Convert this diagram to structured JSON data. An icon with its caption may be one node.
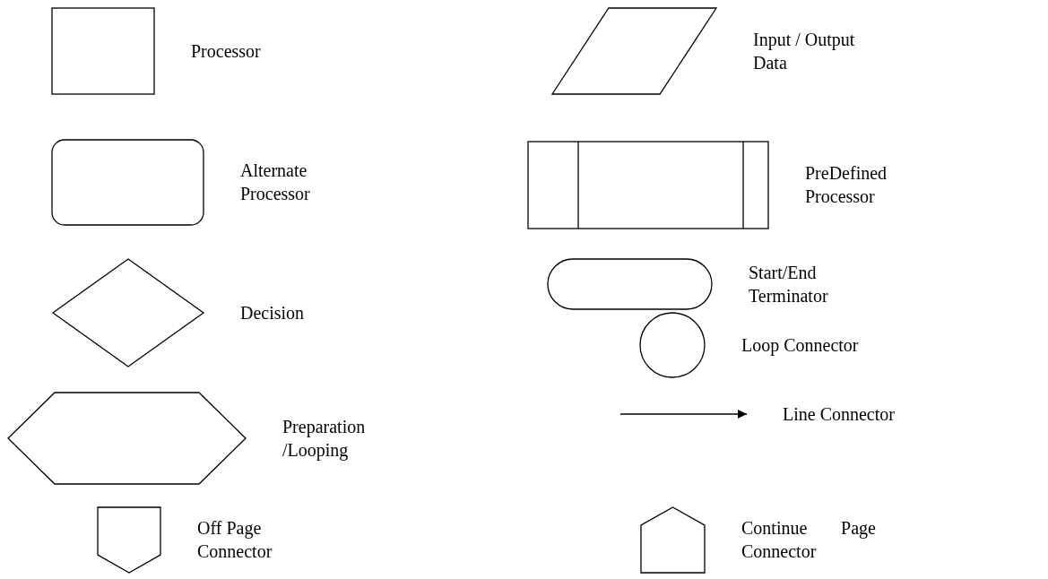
{
  "diagram": {
    "nodes": [
      {
        "text": [],
        "shape": "box",
        "beside": [
          "Processor"
        ]
      },
      {
        "text": [],
        "shape": "parallelogram",
        "beside": [
          "Input / Output Data"
        ]
      },
      {
        "text": [],
        "shape": "rounded",
        "beside": [
          "Alternate Processor"
        ]
      },
      {
        "text": [],
        "shape": "subroutine",
        "beside": [
          "PreDefined Processor"
        ]
      },
      {
        "text": [],
        "shape": "diamond",
        "beside": [
          "Decision"
        ]
      },
      {
        "text": [],
        "shape": "stadium",
        "beside": [
          "Start/End Terminator"
        ]
      },
      {
        "text": [],
        "shape": "hexagon",
        "beside": [
          "Preparation /Looping"
        ]
      },
      {
        "text": [],
        "shape": "circle",
        "beside": [
          "Loop Connector"
        ]
      },
      {
        "text": [],
        "shape": "arrow",
        "beside": [
          "Line Connector"
        ]
      },
      {
        "text": [],
        "shape": "shield",
        "beside": [
          "Off Page Connector"
        ]
      },
      {
        "text": [],
        "shape": "house",
        "beside": [
          "Continue Page Connector"
        ]
      }
    ]
  }
}
